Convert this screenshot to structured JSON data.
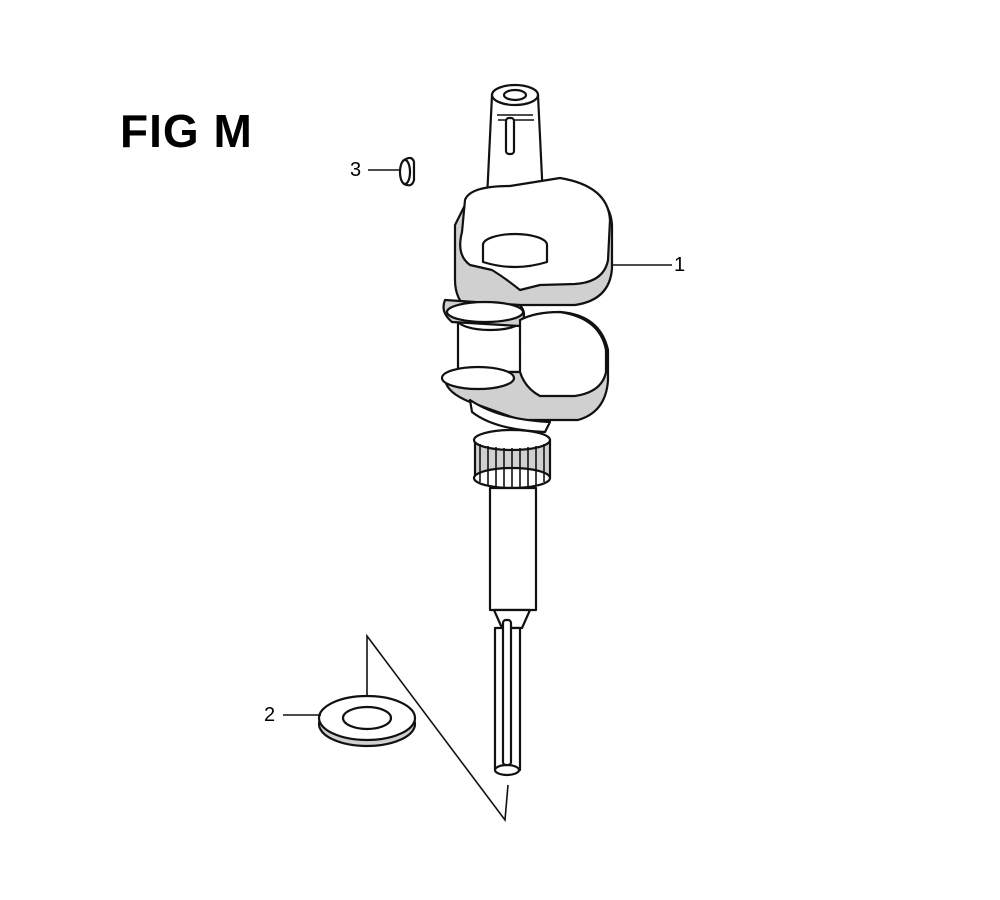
{
  "figure": {
    "title": "FIG M",
    "callouts": [
      {
        "label": "1",
        "part": "crankshaft"
      },
      {
        "label": "2",
        "part": "washer"
      },
      {
        "label": "3",
        "part": "key"
      }
    ]
  }
}
